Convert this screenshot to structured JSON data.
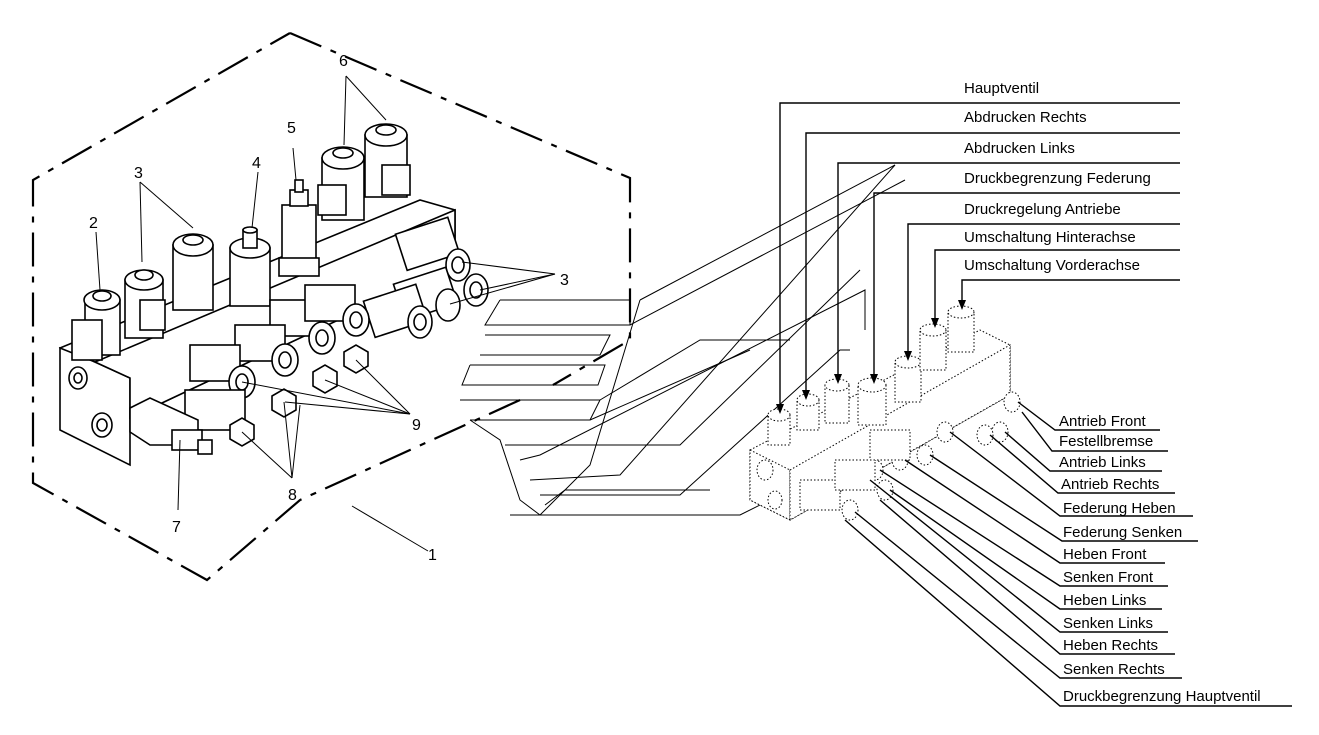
{
  "callouts": [
    "1",
    "2",
    "3",
    "3",
    "4",
    "5",
    "6",
    "7",
    "8",
    "9"
  ],
  "top_labels": [
    "Hauptventil",
    "Abdrucken Rechts",
    "Abdrucken Links",
    "Druckbegrenzung Federung",
    "Druckregelung Antriebe",
    "Umschaltung Hinterachse",
    "Umschaltung Vorderachse"
  ],
  "side_labels": [
    "Antrieb Front",
    "Festellbremse",
    "Antrieb Links",
    "Antrieb Rechts",
    "Federung Heben",
    "Federung Senken",
    "Heben Front",
    "Senken Front",
    "Heben Links",
    "Senken Links",
    "Heben Rechts",
    "Senken Rechts",
    "Druckbegrenzung Hauptventil"
  ],
  "colors": {
    "ink": "#000000",
    "paper": "#ffffff"
  }
}
